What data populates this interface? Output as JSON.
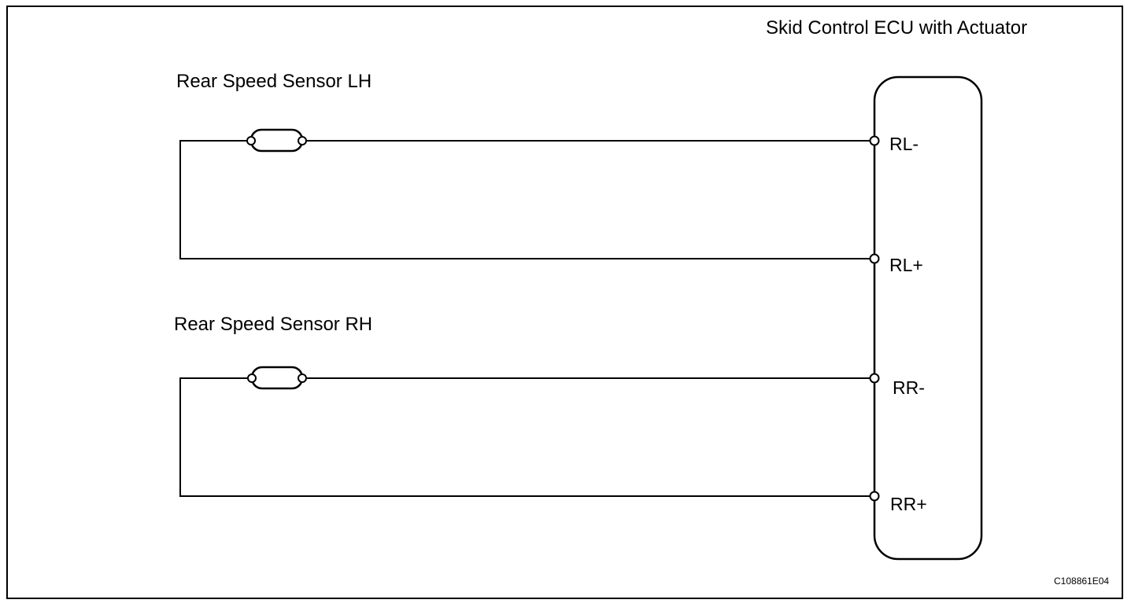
{
  "ecu": {
    "title": "Skid Control ECU with Actuator",
    "pins": [
      "RL-",
      "RL+",
      "RR-",
      "RR+"
    ]
  },
  "sensors": [
    {
      "label": "Rear Speed Sensor LH"
    },
    {
      "label": "Rear Speed Sensor RH"
    }
  ],
  "figure_code": "C108861E04"
}
